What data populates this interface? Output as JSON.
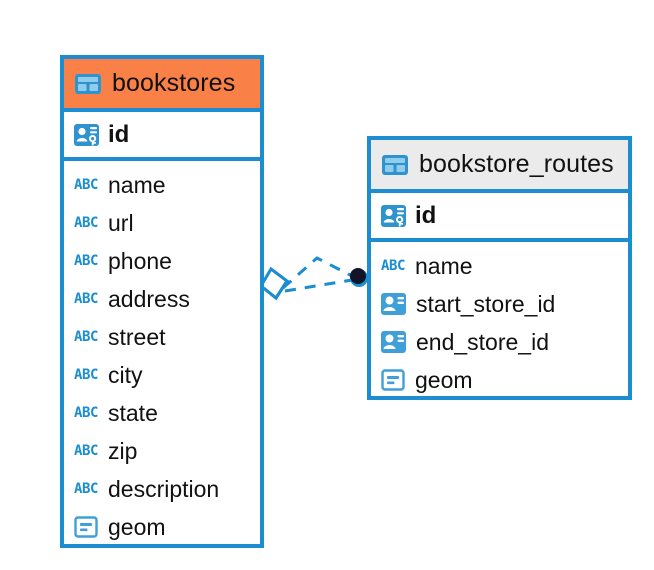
{
  "diagram": {
    "type": "entity-relationship-diagram",
    "colors": {
      "border_blue": "#1b8dd0",
      "header_accent_orange": "#f98046",
      "header_neutral_gray": "#ebebeb",
      "icon_blue": "#3f9fd8",
      "text": "#111111",
      "endpoint_dark": "#141428"
    },
    "entities": [
      {
        "id": "bookstores",
        "title": "bookstores",
        "header_icon": "table-grid-icon",
        "header_style": "accent",
        "primary_key": {
          "label": "id",
          "icon": "primary-key-icon"
        },
        "fields": [
          {
            "label": "name",
            "icon": "abc-text-icon",
            "icon_text": "ABC"
          },
          {
            "label": "url",
            "icon": "abc-text-icon",
            "icon_text": "ABC"
          },
          {
            "label": "phone",
            "icon": "abc-text-icon",
            "icon_text": "ABC"
          },
          {
            "label": "address",
            "icon": "abc-text-icon",
            "icon_text": "ABC"
          },
          {
            "label": "street",
            "icon": "abc-text-icon",
            "icon_text": "ABC"
          },
          {
            "label": "city",
            "icon": "abc-text-icon",
            "icon_text": "ABC"
          },
          {
            "label": "state",
            "icon": "abc-text-icon",
            "icon_text": "ABC"
          },
          {
            "label": "zip",
            "icon": "abc-text-icon",
            "icon_text": "ABC"
          },
          {
            "label": "description",
            "icon": "abc-text-icon",
            "icon_text": "ABC"
          },
          {
            "label": "geom",
            "icon": "geometry-icon",
            "icon_text": ""
          }
        ]
      },
      {
        "id": "bookstore_routes",
        "title": "bookstore_routes",
        "header_icon": "table-grid-icon",
        "header_style": "neutral",
        "primary_key": {
          "label": "id",
          "icon": "primary-key-icon"
        },
        "fields": [
          {
            "label": "name",
            "icon": "abc-text-icon",
            "icon_text": "ABC"
          },
          {
            "label": "start_store_id",
            "icon": "foreign-key-icon",
            "icon_text": ""
          },
          {
            "label": "end_store_id",
            "icon": "foreign-key-icon",
            "icon_text": ""
          },
          {
            "label": "geom",
            "icon": "geometry-icon",
            "icon_text": ""
          }
        ]
      }
    ],
    "relationship": {
      "source_entity": "bookstores",
      "target_entity": "bookstore_routes",
      "source_marker": "diamond-marker",
      "target_marker": "filled-circle-marker",
      "line_style": "dashed",
      "line_color": "#1b8dd0",
      "branch_count": 2
    }
  }
}
